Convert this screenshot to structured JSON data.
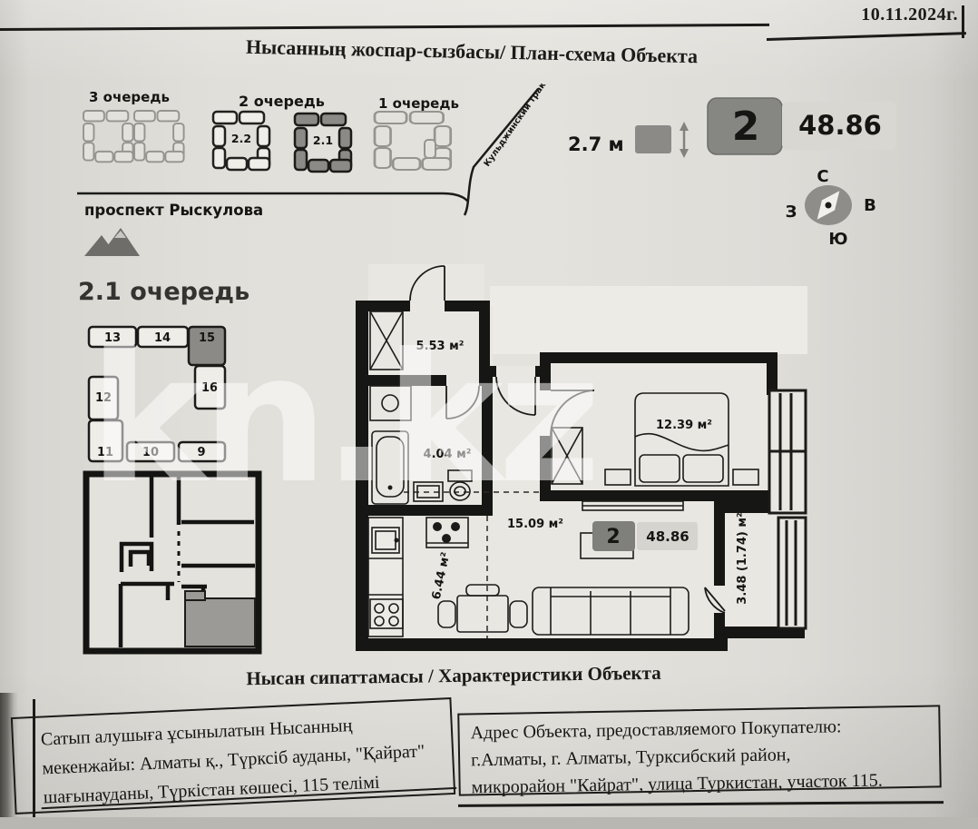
{
  "page": {
    "date": "10.11.2024г."
  },
  "header": {
    "title": "Нысанның жоспар-сызбасы/ План-схема Объекта"
  },
  "site_plan": {
    "queue3_label": "3 очередь",
    "queue2_label": "2 очередь",
    "queue1_label": "1 очередь",
    "block_22": "2.2",
    "block_21": "2.1",
    "street_avenue": "проспект Рыскулова",
    "street_highway": "Кульджинский тракт",
    "ceiling_height": "2.7 м",
    "info_badge": {
      "rooms": "2",
      "area": "48.86"
    },
    "compass": {
      "north": "С",
      "south": "Ю",
      "west": "З",
      "east": "В"
    }
  },
  "queue_detail": {
    "title": "2.1 очередь",
    "blocks": {
      "b13": "13",
      "b14": "14",
      "b15": "15",
      "b16": "16",
      "b12": "12",
      "b11": "11",
      "b10": "10",
      "b9": "9"
    }
  },
  "floor_plan": {
    "hallway_area": "5.53 м²",
    "bathroom_area": "4.04 м²",
    "bedroom_area": "12.39 м²",
    "living_area": "15.09 м²",
    "kitchen_area": "6.44 м²",
    "balcony_area": "3.48 (1.74) м²",
    "info_badge": {
      "rooms": "2",
      "area": "48.86"
    }
  },
  "watermark": "kn.kz",
  "characteristics": {
    "title": "Нысан сипаттамасы / Характеристики Объекта",
    "address_kz_lines": [
      "Сатып алушыға ұсынылатын Нысанның",
      "мекенжайы: Алматы қ., Түрксіб ауданы, \"Қайрат\"",
      "шағынауданы, Түркістан көшесі, 115 телімі"
    ],
    "address_ru_lines": [
      "Адрес Объекта, предоставляемого Покупателю:",
      "г.Алматы, г. Алматы, Турксибский район,",
      "микрорайон \"Кайрат\", улица Туркистан, участок 115."
    ]
  },
  "colors": {
    "paper": "#e2e0da",
    "ink": "#1b1b19",
    "shaded": "#8b8a86",
    "badge_light": "#d7d5cf"
  }
}
